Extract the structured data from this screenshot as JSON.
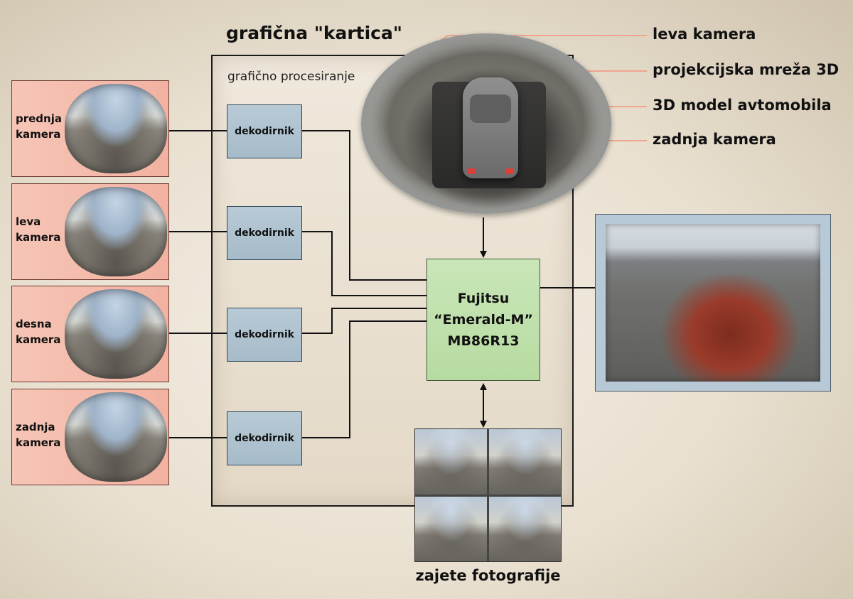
{
  "graphics_card_title": "grafična \"kartica\"",
  "processing_label": "grafično procesiranje",
  "cameras": [
    {
      "line1": "prednja",
      "line2": "kamera"
    },
    {
      "line1": "leva",
      "line2": "kamera"
    },
    {
      "line1": "desna",
      "line2": "kamera"
    },
    {
      "line1": "zadnja",
      "line2": "kamera"
    }
  ],
  "decoders": [
    "dekodirnik",
    "dekodirnik",
    "dekodirnik",
    "dekodirnik"
  ],
  "processor": {
    "line1": "Fujitsu",
    "line2": "“Emerald-M”",
    "line3": "MB86R13"
  },
  "dome_labels": [
    "leva kamera",
    "projekcijska mreža 3D",
    "3D model avtomobila",
    "zadnja kamera"
  ],
  "captured_caption": "zajete fotografije",
  "colors": {
    "camera_box": "#f2b1a1",
    "decoder_box": "#a6bbc9",
    "processor_box": "#b6dba1",
    "label_pointer": "#f0a58f"
  }
}
